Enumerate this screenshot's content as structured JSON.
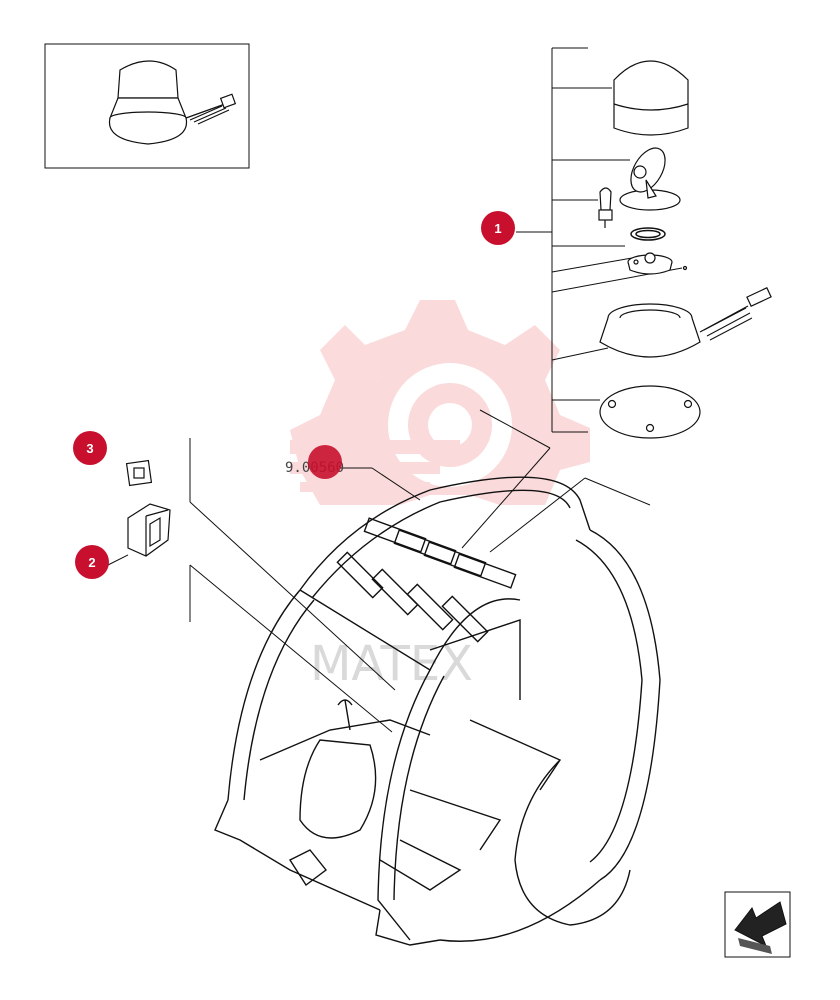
{
  "diagram": {
    "reference_code": "9.00560",
    "callouts": [
      {
        "id": "callout-1",
        "label": "1"
      },
      {
        "id": "callout-2",
        "label": "2"
      },
      {
        "id": "callout-3",
        "label": "3"
      }
    ]
  },
  "watermark": {
    "text": "MATEX",
    "color": "#e83a3a"
  },
  "colors": {
    "callout_fill": "#c8102e",
    "line": "#111111",
    "nav_arrow_fill": "#222222"
  },
  "navigation": {
    "icon": "return-arrow-icon"
  }
}
